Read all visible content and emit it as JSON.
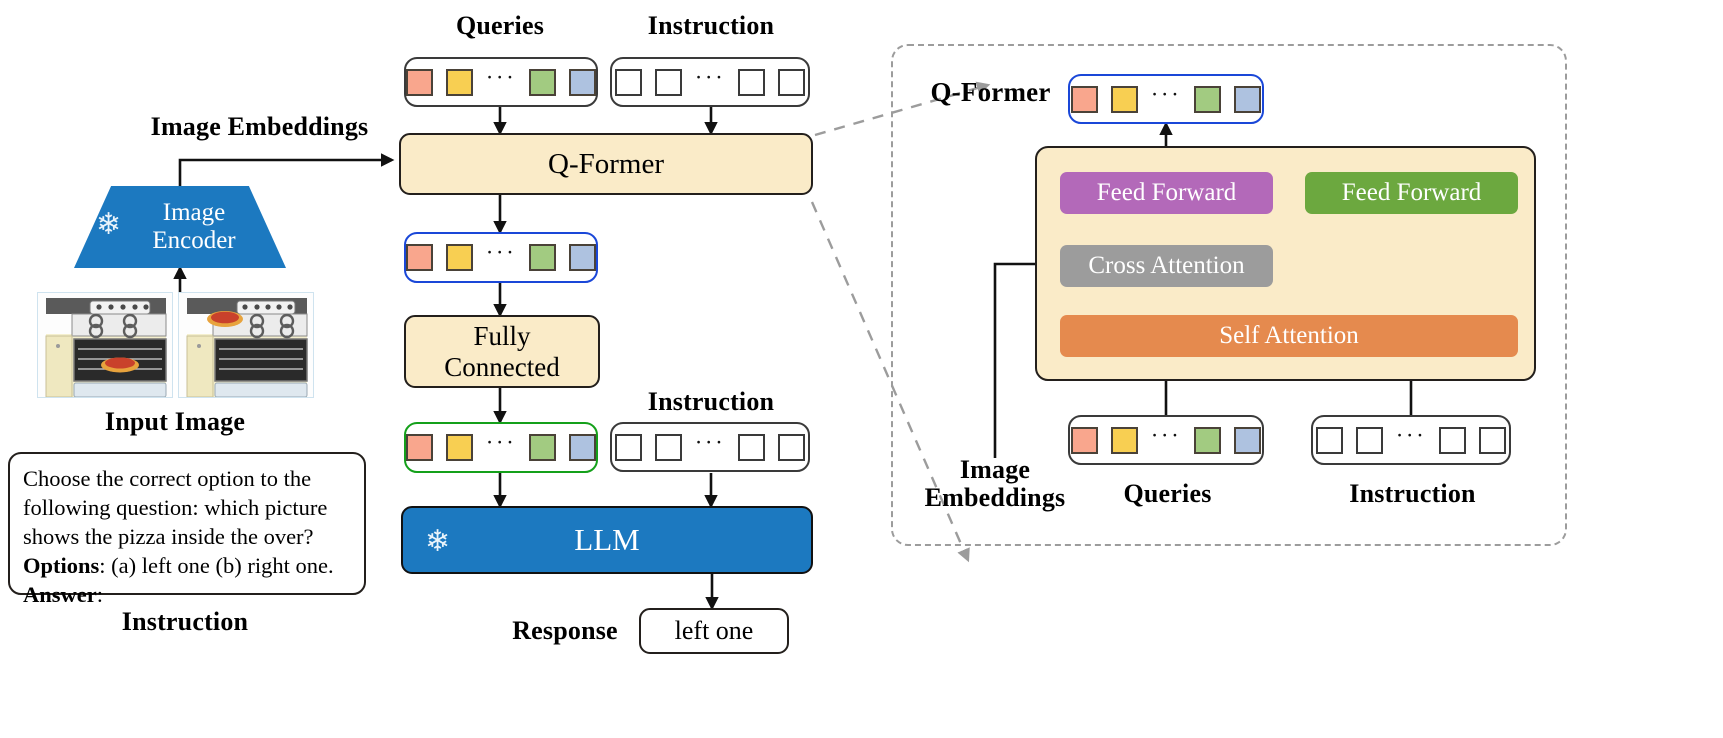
{
  "figure": {
    "title": "InstructBLIP-style instruction-aware vision-language architecture"
  },
  "left": {
    "image_embeddings_label": "Image Embeddings",
    "encoder_label_line1": "Image",
    "encoder_label_line2": "Encoder",
    "encoder_frozen_icon": "snowflake-icon",
    "input_image_label": "Input Image",
    "instruction_label": "Instruction",
    "instruction_text_line1": "Choose the correct option to the",
    "instruction_text_line2": "following question: which picture",
    "instruction_text_line3": "shows the pizza inside the over?",
    "instruction_options_key": "Options",
    "instruction_options_value": ": (a) left one (b) right one.",
    "instruction_answer_key": "Answer",
    "instruction_answer_value": ":"
  },
  "center": {
    "queries_label": "Queries",
    "instruction_label_top": "Instruction",
    "qformer_label": "Q-Former",
    "fully_connected_label_line1": "Fully",
    "fully_connected_label_line2": "Connected",
    "instruction_label_bottom": "Instruction",
    "llm_label": "LLM",
    "llm_frozen_icon": "snowflake-icon",
    "response_label": "Response",
    "response_value": "left one"
  },
  "panel": {
    "title": "Q-Former",
    "feed_forward_query": "Feed Forward",
    "feed_forward_text": "Feed Forward",
    "cross_attention": "Cross Attention",
    "self_attention": "Self Attention",
    "image_embeddings_label_line1": "Image",
    "image_embeddings_label_line2": "Embeddings",
    "queries_label": "Queries",
    "instruction_label": "Instruction"
  },
  "tokens": {
    "query_colors": [
      "#F9A68D",
      "#F8CF52",
      "#A2CB81",
      "#AEC2E0"
    ],
    "ellipsis": "···",
    "instruction_token_fill": "#FFFFFF"
  },
  "colors": {
    "cream": "#FAEBC8",
    "blue_model": "#1C79C0",
    "feed_forward_query": "#B369B9",
    "feed_forward_text": "#6CA83F",
    "cross_attention": "#9C9C9C",
    "self_attention": "#E58A4E",
    "highlight_blue_border": "#1A47D8",
    "highlight_green_border": "#14A01A",
    "dashed_panel_border": "#9C9C9C"
  }
}
